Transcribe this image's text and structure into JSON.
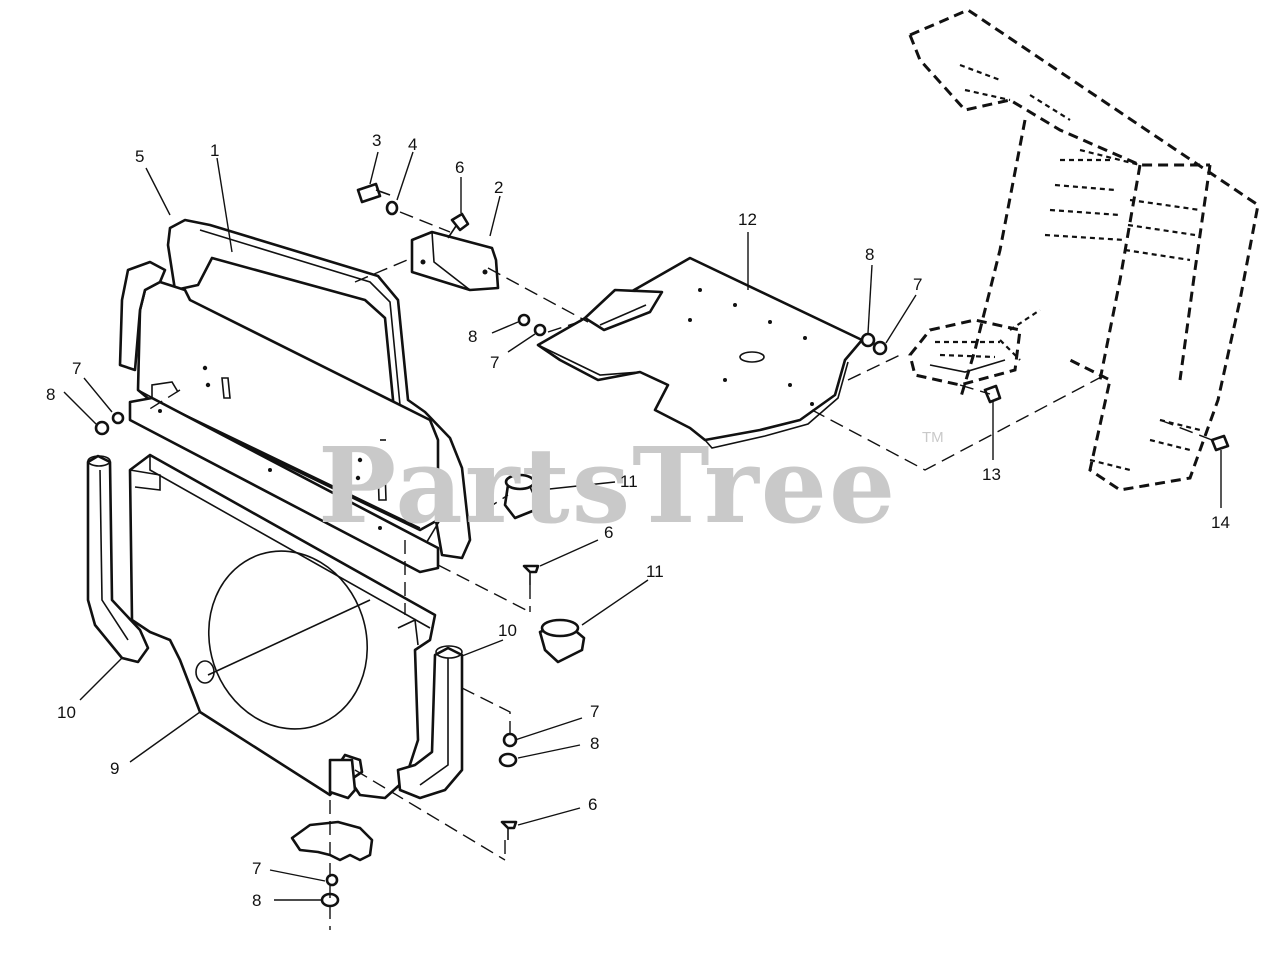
{
  "diagram": {
    "watermark": "PartsTree",
    "trademark": "TM",
    "callouts": [
      {
        "id": "c1",
        "label": "1"
      },
      {
        "id": "c2",
        "label": "2"
      },
      {
        "id": "c3",
        "label": "3"
      },
      {
        "id": "c4",
        "label": "4"
      },
      {
        "id": "c5",
        "label": "5"
      },
      {
        "id": "c6a",
        "label": "6"
      },
      {
        "id": "c6b",
        "label": "6"
      },
      {
        "id": "c6c",
        "label": "6"
      },
      {
        "id": "c7a",
        "label": "7"
      },
      {
        "id": "c7b",
        "label": "7"
      },
      {
        "id": "c7c",
        "label": "7"
      },
      {
        "id": "c7d",
        "label": "7"
      },
      {
        "id": "c7e",
        "label": "7"
      },
      {
        "id": "c8a",
        "label": "8"
      },
      {
        "id": "c8b",
        "label": "8"
      },
      {
        "id": "c8c",
        "label": "8"
      },
      {
        "id": "c8d",
        "label": "8"
      },
      {
        "id": "c8e",
        "label": "8"
      },
      {
        "id": "c9",
        "label": "9"
      },
      {
        "id": "c10a",
        "label": "10"
      },
      {
        "id": "c10b",
        "label": "10"
      },
      {
        "id": "c11a",
        "label": "11"
      },
      {
        "id": "c11b",
        "label": "11"
      },
      {
        "id": "c12",
        "label": "12"
      },
      {
        "id": "c13",
        "label": "13"
      },
      {
        "id": "c14",
        "label": "14"
      }
    ]
  }
}
